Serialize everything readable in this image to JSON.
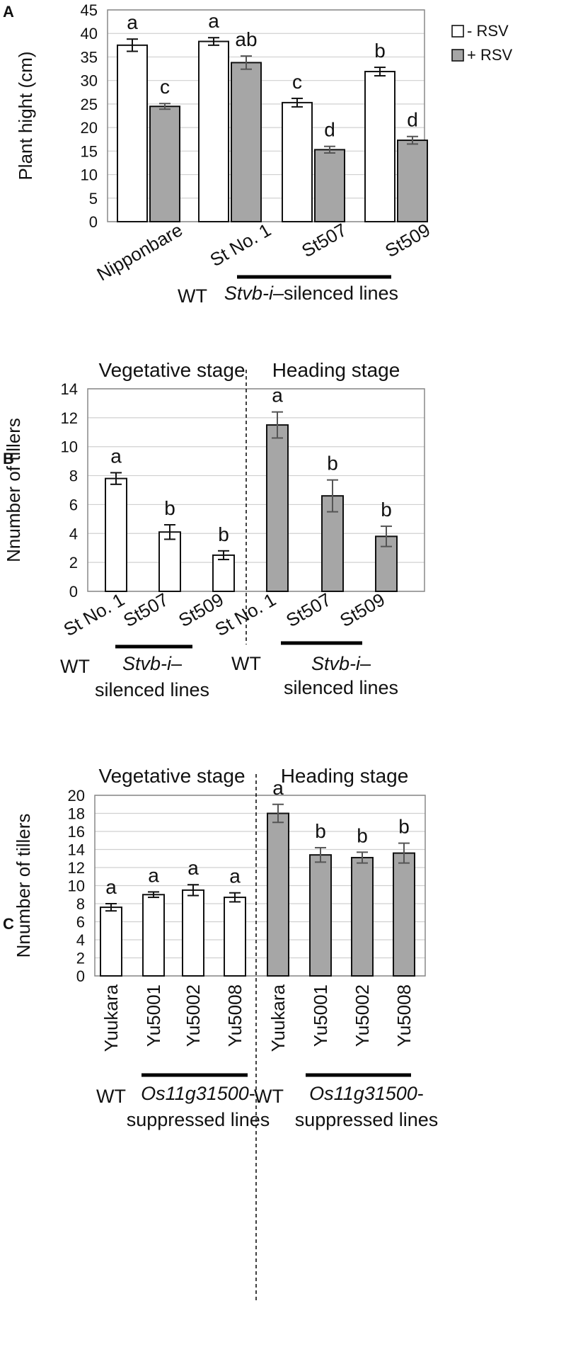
{
  "colors": {
    "open": "#ffffff",
    "filled": "#a6a6a6",
    "axis": "#888888",
    "grid": "#d0d0d0",
    "bar_stroke": "#111111"
  },
  "chart_data": [
    {
      "type": "bar",
      "panel": "A",
      "ylabel": "Plant hight (cm)",
      "ylim": [
        0,
        45
      ],
      "yticks": [
        0,
        5,
        10,
        15,
        20,
        25,
        30,
        35,
        40,
        45
      ],
      "grid": true,
      "legend": {
        "position": "top-right",
        "entries": [
          "- RSV",
          "+ RSV"
        ]
      },
      "categories": [
        "Nipponbare",
        "St No. 1",
        "St507",
        "St509"
      ],
      "series": [
        {
          "name": "- RSV",
          "values": [
            37.5,
            38.3,
            25.3,
            31.9
          ],
          "errors": [
            1.3,
            0.8,
            0.9,
            0.9
          ],
          "labels": [
            "a",
            "a",
            "c",
            "b"
          ]
        },
        {
          "name": "+ RSV",
          "values": [
            24.5,
            33.8,
            15.3,
            17.3
          ],
          "errors": [
            0.6,
            1.4,
            0.7,
            0.8
          ],
          "labels": [
            "c",
            "ab",
            "d",
            "d"
          ]
        }
      ],
      "groups": [
        {
          "label": "WT",
          "label_italic": ""
        },
        {
          "label": "–silenced lines",
          "label_italic": "Stvb-i"
        }
      ]
    },
    {
      "type": "bar",
      "panel": "B",
      "ylabel": "Nnumber of tillers",
      "ylim": [
        0,
        14
      ],
      "yticks": [
        0,
        2,
        4,
        6,
        8,
        10,
        12,
        14
      ],
      "grid": true,
      "stages": [
        "Vegetative stage",
        "Heading stage"
      ],
      "categories": [
        "St No. 1",
        "St507",
        "St509",
        "St No. 1",
        "St507",
        "St509"
      ],
      "values": [
        7.8,
        4.1,
        2.5,
        11.5,
        6.6,
        3.8
      ],
      "errors": [
        0.4,
        0.5,
        0.3,
        0.9,
        1.1,
        0.7
      ],
      "labels": [
        "a",
        "b",
        "b",
        "a",
        "b",
        "b"
      ],
      "fills": [
        "open",
        "open",
        "open",
        "filled",
        "filled",
        "filled"
      ],
      "groups": [
        {
          "label": "WT"
        },
        {
          "label_italic": "Stvb-i",
          "label": "–",
          "label2": "silenced lines"
        },
        {
          "label": "WT"
        },
        {
          "label_italic": "Stvb-i",
          "label": "–",
          "label2": "silenced lines"
        }
      ]
    },
    {
      "type": "bar",
      "panel": "C",
      "ylabel": "Nnumber of tillers",
      "ylim": [
        0,
        20
      ],
      "yticks": [
        0,
        2,
        4,
        6,
        8,
        10,
        12,
        14,
        16,
        18,
        20
      ],
      "grid": true,
      "stages": [
        "Vegetative stage",
        "Heading stage"
      ],
      "categories": [
        "Yuukara",
        "Yu5001",
        "Yu5002",
        "Yu5008",
        "Yuukara",
        "Yu5001",
        "Yu5002",
        "Yu5008"
      ],
      "values": [
        7.6,
        9.0,
        9.5,
        8.7,
        18.0,
        13.4,
        13.1,
        13.6
      ],
      "errors": [
        0.4,
        0.3,
        0.6,
        0.5,
        1.0,
        0.8,
        0.6,
        1.1
      ],
      "labels": [
        "a",
        "a",
        "a",
        "a",
        "a",
        "b",
        "b",
        "b"
      ],
      "fills": [
        "open",
        "open",
        "open",
        "open",
        "filled",
        "filled",
        "filled",
        "filled"
      ],
      "groups": [
        {
          "label": "WT"
        },
        {
          "label_italic": "Os11g31500",
          "label": "-",
          "label2": "suppressed lines"
        },
        {
          "label": "WT"
        },
        {
          "label_italic": "Os11g31500",
          "label": "-",
          "label2": "suppressed lines"
        }
      ]
    }
  ]
}
